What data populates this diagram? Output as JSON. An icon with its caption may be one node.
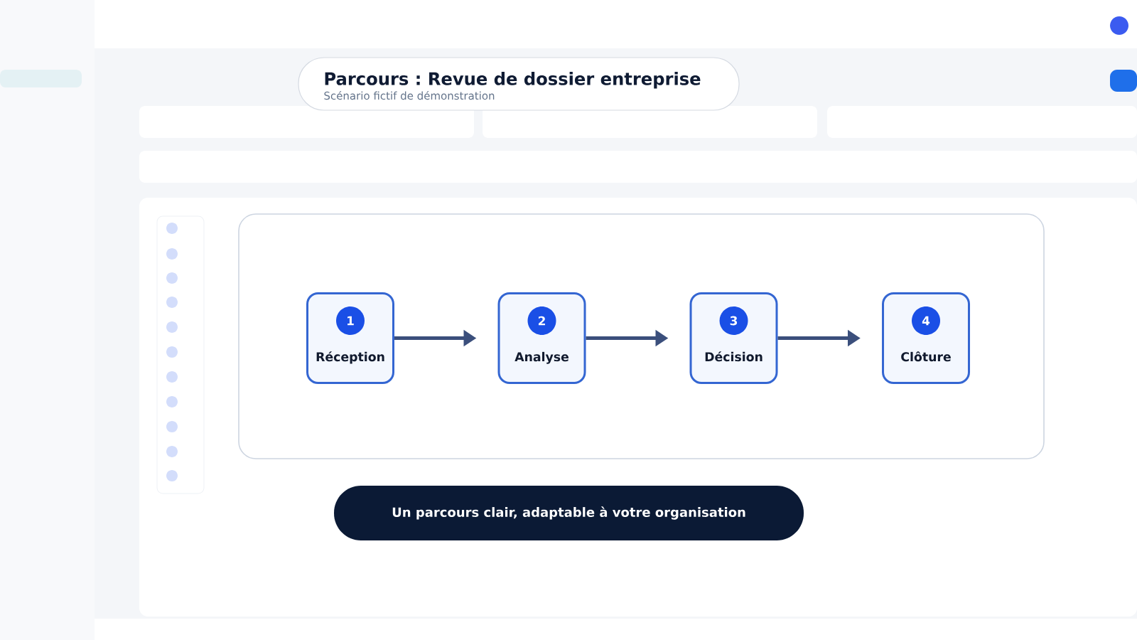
{
  "diagram": {
    "title": "Parcours : Revue de dossier entreprise",
    "nodes": [
      {
        "text": [
          "Réception"
        ]
      },
      {
        "text": [
          "1"
        ],
        "in": 0
      },
      {
        "text": [
          "Analyse"
        ]
      },
      {
        "text": [
          "2"
        ],
        "in": 2
      },
      {
        "text": [
          "Décision"
        ]
      },
      {
        "text": [
          "3"
        ],
        "in": 4
      },
      {
        "text": [
          "Clôture"
        ]
      },
      {
        "text": [
          "4"
        ],
        "in": 6
      },
      {
        "text": [
          "Un parcours clair, adaptable à votre organisation"
        ]
      }
    ],
    "edges": [
      {
        "from": 0,
        "to": 2,
        "arrow": "to"
      },
      {
        "from": 2,
        "to": 4,
        "arrow": "to"
      },
      {
        "from": 4,
        "to": 6,
        "arrow": "to"
      }
    ],
    "labels": [
      "Scénario fictif de démonstration"
    ]
  }
}
